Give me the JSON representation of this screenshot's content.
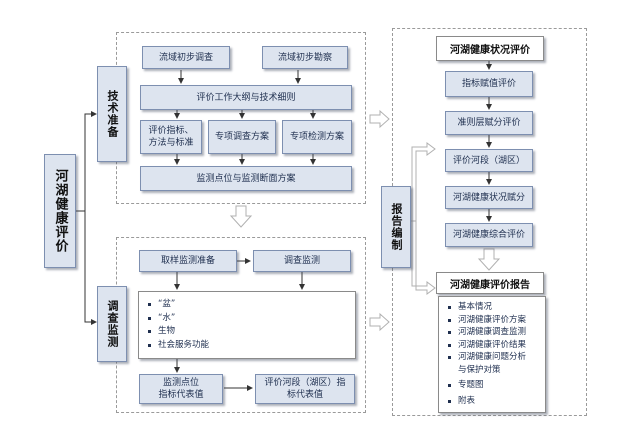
{
  "root_label": "河湖健康评价",
  "tech_prep": {
    "label": "技术准备",
    "prelim_survey": "流域初步调查",
    "prelim_exploration": "流域初步勘察",
    "work_outline": "评价工作大纲与技术细则",
    "indicators": "评价指标、\n方法与标准",
    "survey_plan": "专项调查方案",
    "monitor_plan": "专项检测方案",
    "sites_plan": "监测点位与监测断面方案"
  },
  "investigation": {
    "label": "调查监测",
    "sampling_prep": "取样监测准备",
    "survey_monitor": "调查监测",
    "items": [
      "“盆”",
      "“水”",
      "生物",
      "社会服务功能"
    ],
    "site_values": "监测点位\n指标代表值",
    "segment_values": "评价河段（湖区）指\n标代表值"
  },
  "report_compile": {
    "label": "报告编制"
  },
  "health_eval": {
    "title": "河湖健康状况评价",
    "steps": [
      "指标赋值评价",
      "准则层赋分评价",
      "评价河段（湖区）",
      "河湖健康状况赋分",
      "河湖健康综合评价"
    ]
  },
  "report": {
    "title": "河湖健康评价报告",
    "items": [
      "基本情况",
      "河湖健康评价方案",
      "河湖健康调查监测",
      "河湖健康评价结果",
      "河湖健康问题分析\n与保护对策",
      "专题图",
      "附表"
    ]
  }
}
